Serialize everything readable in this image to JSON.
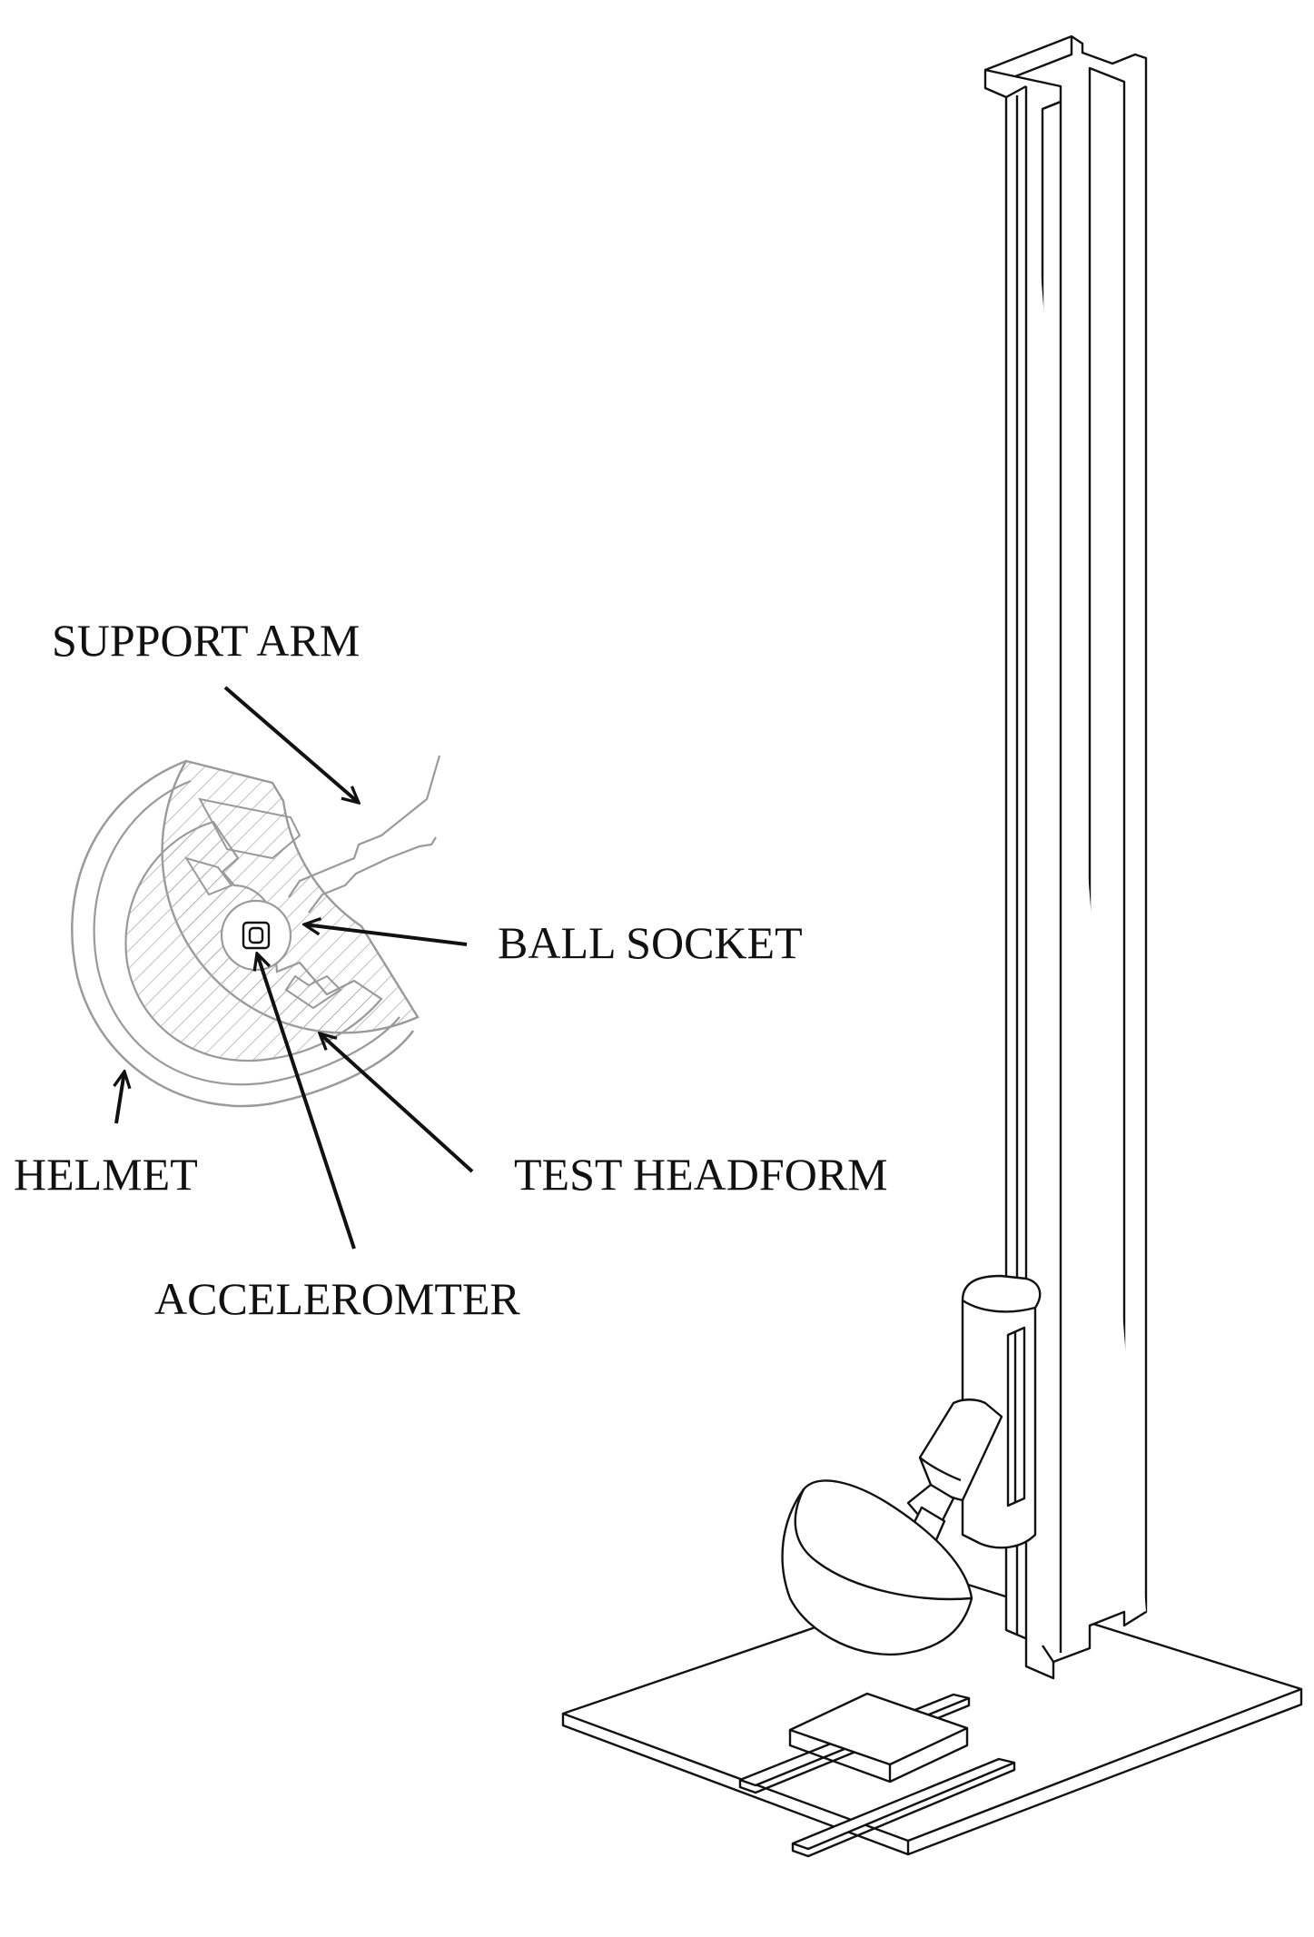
{
  "figure": {
    "labels": {
      "support_arm": "SUPPORT ARM",
      "ball_socket": "BALL  SOCKET",
      "helmet": "HELMET",
      "test_headform": "TEST HEADFORM",
      "accelerometer": "ACCELEROMTER"
    },
    "colors": {
      "line": "#111111",
      "section_line": "#9a9a9a",
      "background": "#ffffff"
    }
  }
}
